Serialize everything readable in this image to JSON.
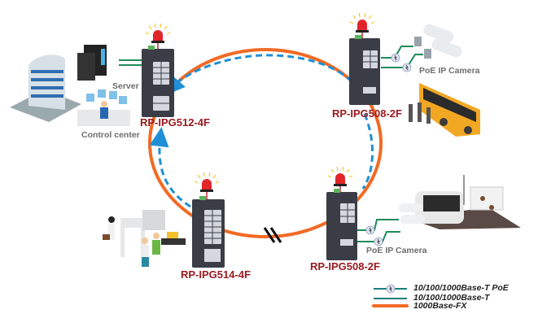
{
  "colors": {
    "fiber_ring": "#f26a24",
    "redundant_path": "#1f8fd6",
    "copper": "#1e8a5a",
    "copper_legend": "#1a7f7a",
    "model_label": "#9b1b20",
    "caption": "#6e6e6e",
    "switch_body": "#3a3d45"
  },
  "devices": [
    {
      "model": "RP-IPG512-4F",
      "position": "top-left"
    },
    {
      "model": "RP-IPG508-2F",
      "position": "top-right"
    },
    {
      "model": "RP-IPG508-2F",
      "position": "bottom-right"
    },
    {
      "model": "RP-IPG514-4F",
      "position": "bottom-left"
    }
  ],
  "endpoints": {
    "server": "Server",
    "control_center": "Control center",
    "camera_top": "PoE IP Camera",
    "camera_bottom": "PoE IP Camera"
  },
  "scenes": [
    "office-building",
    "bus-station",
    "train-station",
    "airport-security-gate"
  ],
  "icons": [
    "alarm-beacon-icon",
    "poe-lightning-icon",
    "link-break-icon",
    "arrow-icon"
  ],
  "legend": [
    {
      "label": "10/100/1000Base-T PoE",
      "style": "poe"
    },
    {
      "label": "10/100/1000Base-T",
      "style": "copper"
    },
    {
      "label": "1000Base-FX",
      "style": "fiber"
    }
  ]
}
